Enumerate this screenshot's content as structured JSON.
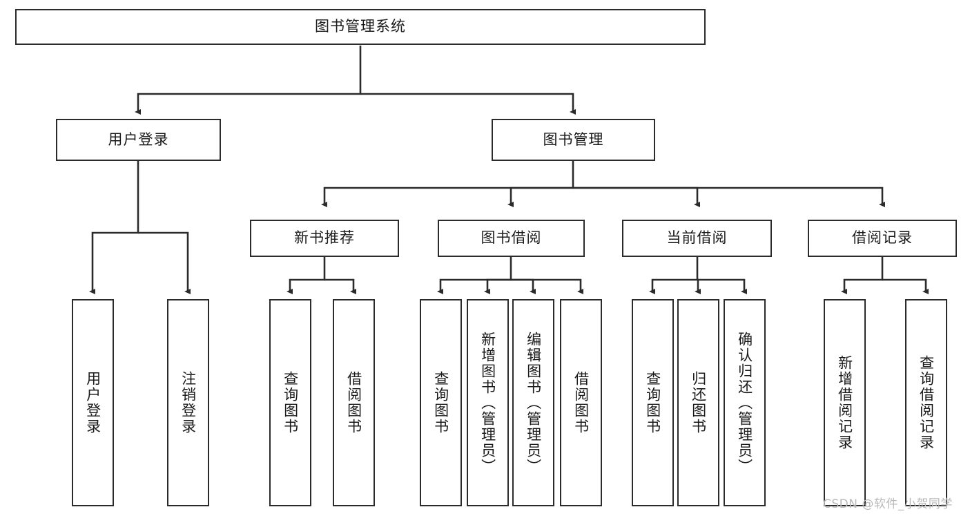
{
  "diagram": {
    "type": "hierarchy-tree",
    "title": "图书管理系统",
    "watermark": "CSDN @软件_小贺同学",
    "levels": {
      "root": "图书管理系统",
      "level2": [
        "用户登录",
        "图书管理"
      ],
      "level3": [
        "新书推荐",
        "图书借阅",
        "当前借阅",
        "借阅记录"
      ],
      "level4": [
        "用户登录",
        "注销登录",
        "查询图书",
        "借阅图书",
        "查询图书",
        "新增图书（管理员）",
        "编辑图书（管理员）",
        "借阅图书",
        "查询图书",
        "归还图书",
        "确认归还（管理员）",
        "新增借阅记录",
        "查询借阅记录"
      ]
    },
    "nodes": {
      "root": {
        "label": "图书管理系统"
      },
      "user_login": {
        "label": "用户登录"
      },
      "book_manage": {
        "label": "图书管理"
      },
      "new_book_rec": {
        "label": "新书推荐"
      },
      "book_borrow": {
        "label": "图书借阅"
      },
      "current_borrow": {
        "label": "当前借阅"
      },
      "borrow_record": {
        "label": "借阅记录"
      },
      "leaf_user_login": {
        "label": "用户登录"
      },
      "leaf_logout": {
        "label": "注销登录"
      },
      "leaf_query_book_a": {
        "label": "查询图书"
      },
      "leaf_borrow_book_a": {
        "label": "借阅图书"
      },
      "leaf_query_book_b": {
        "label": "查询图书"
      },
      "leaf_add_book": {
        "label": "新增图书（管理员）"
      },
      "leaf_edit_book": {
        "label": "编辑图书（管理员）"
      },
      "leaf_borrow_book_b": {
        "label": "借阅图书"
      },
      "leaf_query_book_c": {
        "label": "查询图书"
      },
      "leaf_return_book": {
        "label": "归还图书"
      },
      "leaf_confirm_return": {
        "label": "确认归还（管理员）"
      },
      "leaf_add_record": {
        "label": "新增借阅记录"
      },
      "leaf_query_record": {
        "label": "查询借阅记录"
      }
    },
    "edges": [
      {
        "from": "root",
        "to": "user_login"
      },
      {
        "from": "root",
        "to": "book_manage"
      },
      {
        "from": "user_login",
        "to": "leaf_user_login"
      },
      {
        "from": "user_login",
        "to": "leaf_logout"
      },
      {
        "from": "book_manage",
        "to": "new_book_rec"
      },
      {
        "from": "book_manage",
        "to": "book_borrow"
      },
      {
        "from": "book_manage",
        "to": "current_borrow"
      },
      {
        "from": "book_manage",
        "to": "borrow_record"
      },
      {
        "from": "new_book_rec",
        "to": "leaf_query_book_a"
      },
      {
        "from": "new_book_rec",
        "to": "leaf_borrow_book_a"
      },
      {
        "from": "book_borrow",
        "to": "leaf_query_book_b"
      },
      {
        "from": "book_borrow",
        "to": "leaf_add_book"
      },
      {
        "from": "book_borrow",
        "to": "leaf_edit_book"
      },
      {
        "from": "book_borrow",
        "to": "leaf_borrow_book_b"
      },
      {
        "from": "current_borrow",
        "to": "leaf_query_book_c"
      },
      {
        "from": "current_borrow",
        "to": "leaf_return_book"
      },
      {
        "from": "current_borrow",
        "to": "leaf_confirm_return"
      },
      {
        "from": "borrow_record",
        "to": "leaf_add_record"
      },
      {
        "from": "borrow_record",
        "to": "leaf_query_record"
      }
    ],
    "colors": {
      "stroke": "#2b2b2b",
      "fill": "#ffffff",
      "text": "#1a1a1a",
      "watermark": "#b9b9b9"
    }
  }
}
